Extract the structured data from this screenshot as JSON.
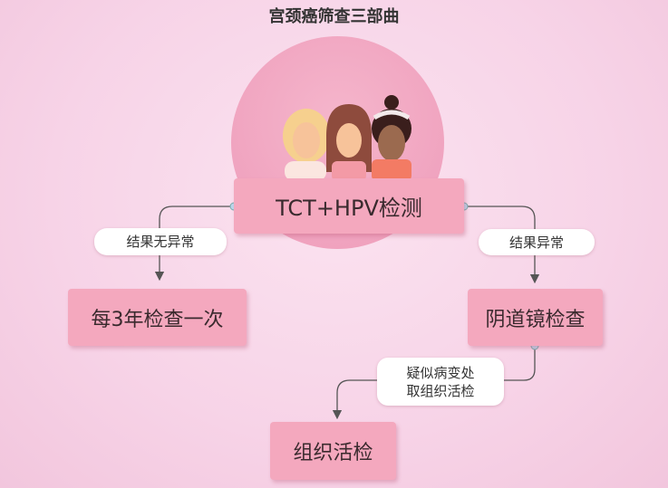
{
  "title": "宫颈癌筛查三部曲",
  "nodes": {
    "main": "TCT+HPV检测",
    "left": "每3年检查一次",
    "right": "阴道镜检查",
    "bottom": "组织活检"
  },
  "edge_labels": {
    "normal": "结果无异常",
    "abnormal": "结果异常",
    "suspect_line1": "疑似病变处",
    "suspect_line2": "取组织活检"
  },
  "colors": {
    "node": "#f4a8be",
    "line": "#555555",
    "background": "#f7d3e7"
  }
}
